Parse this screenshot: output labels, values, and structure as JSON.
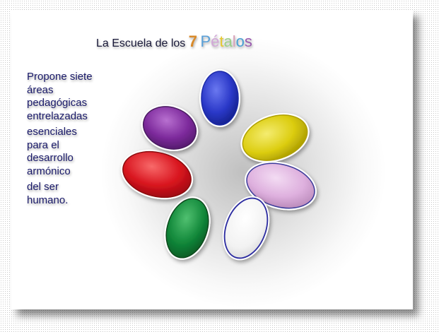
{
  "title": {
    "prefix": "La Escuela de los ",
    "number": "7",
    "word_letters": [
      "P",
      "é",
      "t",
      "a",
      "l",
      "o",
      "s"
    ]
  },
  "description": {
    "lines": [
      "Propone siete",
      "áreas",
      "pedagógicas",
      "entrelazadas",
      "esenciales",
      "para el",
      "desarrollo",
      "armónico",
      "del ser",
      "humano."
    ]
  },
  "petals": [
    {
      "name": "blue",
      "color": "#1f2fb8"
    },
    {
      "name": "yellow",
      "color": "#dccd10"
    },
    {
      "name": "pink",
      "color": "#dcaedc"
    },
    {
      "name": "white",
      "color": "#f2f2f2"
    },
    {
      "name": "green",
      "color": "#12883a"
    },
    {
      "name": "red",
      "color": "#d8141e"
    },
    {
      "name": "purple",
      "color": "#7d2a9c"
    }
  ]
}
